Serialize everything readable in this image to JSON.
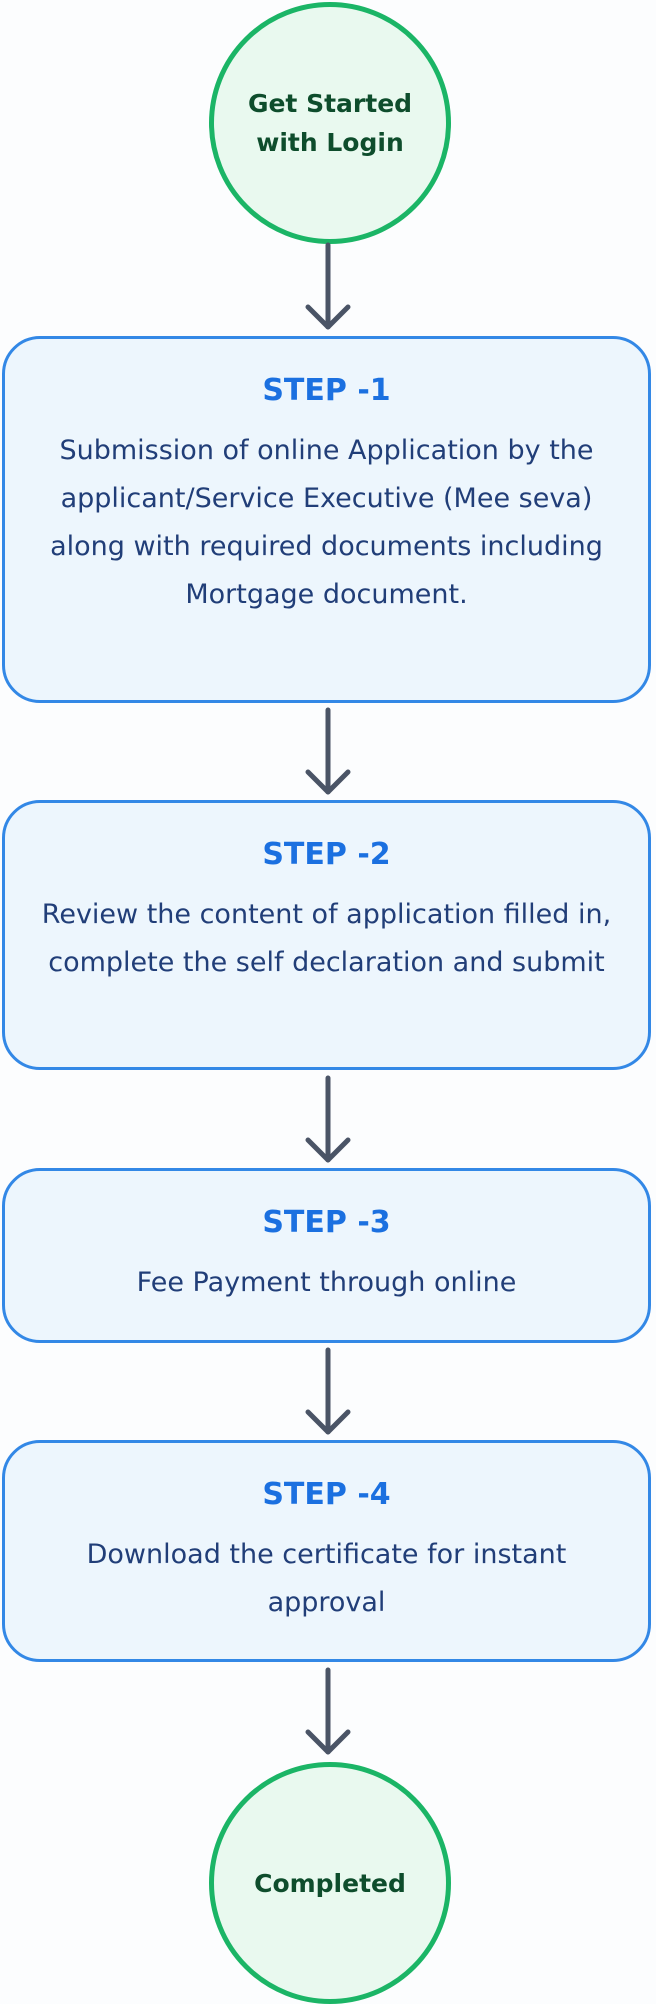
{
  "nodes": {
    "start": {
      "label": "Get Started with Login"
    },
    "end": {
      "label": "Completed"
    }
  },
  "steps": [
    {
      "title": "STEP -1",
      "description": "Submission of online Application by the applicant/Service Executive (Mee seva) along with required documents including Mortgage document."
    },
    {
      "title": "STEP -2",
      "description": "Review the content of application filled in, complete the self declaration and submit"
    },
    {
      "title": "STEP -3",
      "description": "Fee Payment through online"
    },
    {
      "title": "STEP -4",
      "description": "Download the certificate for instant approval"
    }
  ],
  "colors": {
    "circle_border": "#1bb566",
    "circle_fill": "#e9f9ef",
    "box_border": "#3388e6",
    "box_fill": "#edf6fd",
    "step_title": "#1b70e0",
    "step_text": "#213e78",
    "arrow": "#4a5466"
  }
}
